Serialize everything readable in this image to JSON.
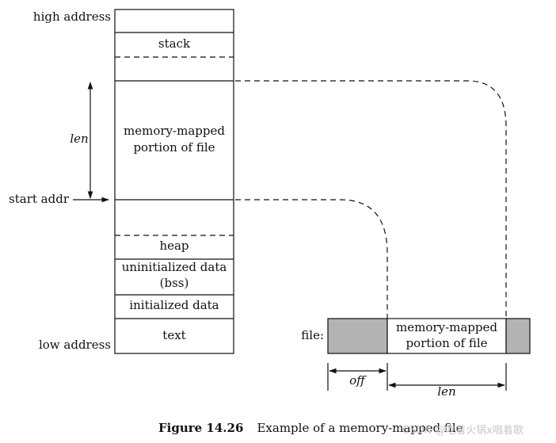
{
  "memory_layout": {
    "high_address": "high address",
    "low_address": "low address",
    "start_addr": "start addr",
    "len_label": "len",
    "segments": {
      "stack": "stack",
      "mmap_line1": "memory-mapped",
      "mmap_line2": "portion of file",
      "heap": "heap",
      "bss_line1": "uninitialized data",
      "bss_line2": "(bss)",
      "initialized": "initialized data",
      "text": "text"
    }
  },
  "file": {
    "label": "file:",
    "mapped_line1": "memory-mapped",
    "mapped_line2": "portion of file",
    "off_label": "off",
    "len_label": "len"
  },
  "caption": {
    "figure": "Figure 14.26",
    "text": "Example of a memory-mapped file"
  },
  "watermark": "CSDN @吃着火锅x唱着歌",
  "colors": {
    "file_shaded": "#b3b3b3",
    "line": "#111111"
  }
}
